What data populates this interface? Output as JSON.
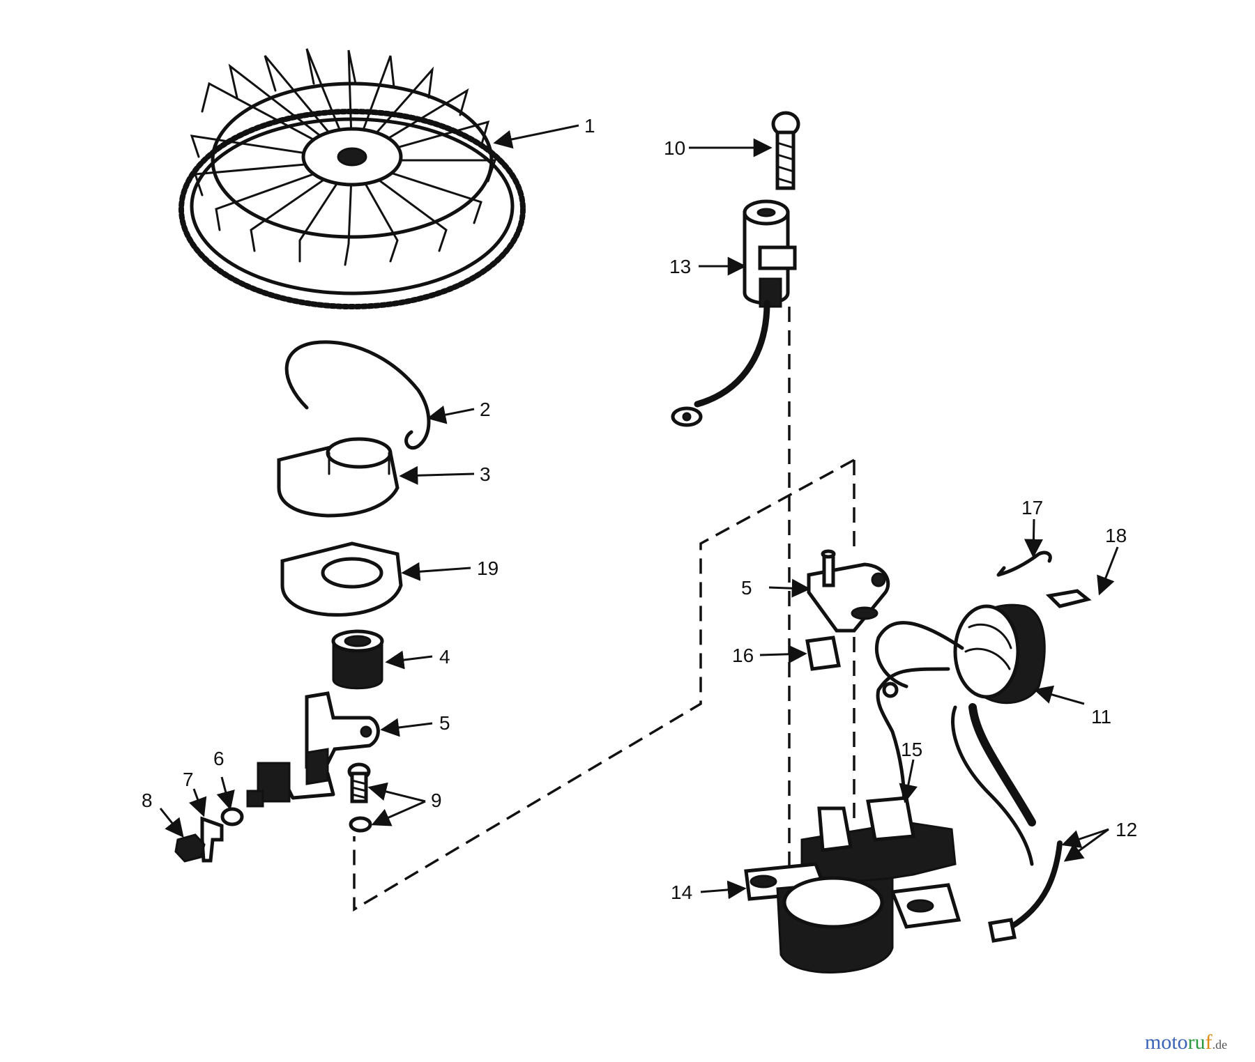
{
  "callouts": {
    "c1": "1",
    "c2": "2",
    "c3": "3",
    "c4": "4",
    "c5a": "5",
    "c5b": "5",
    "c6": "6",
    "c7": "7",
    "c8": "8",
    "c9": "9",
    "c10": "10",
    "c11": "11",
    "c12": "12",
    "c13": "13",
    "c14": "14",
    "c15": "15",
    "c16": "16",
    "c17": "17",
    "c18": "18",
    "c19": "19"
  },
  "watermark": {
    "prefix": "moto",
    "middle": "ru",
    "suffix": "f",
    "tld": ".de",
    "colors": {
      "moto": "#3a63b8",
      "ru": "#2b9a3c",
      "f": "#e08a12",
      "tld": "#555555"
    }
  }
}
